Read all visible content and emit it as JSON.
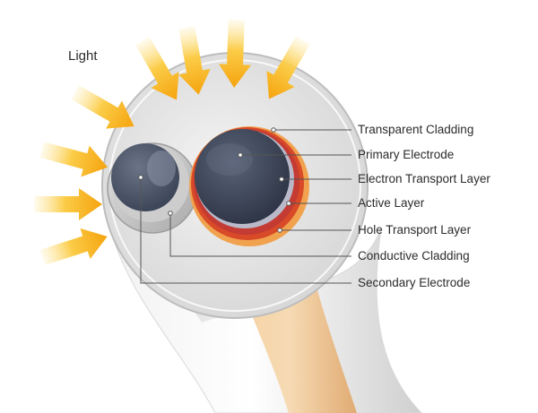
{
  "light_label": "Light",
  "labels": {
    "transparent_cladding": "Transparent Cladding",
    "primary_electrode": "Primary Electrode",
    "electron_transport_layer": "Electron Transport Layer",
    "active_layer": "Active Layer",
    "hole_transport_layer": "Hole Transport Layer",
    "conductive_cladding": "Conductive Cladding",
    "secondary_electrode": "Secondary Electrode"
  },
  "colors": {
    "light_arrow": "#f8b21a",
    "outer_cladding": "#e6e6e6",
    "electrode": "#3a4356",
    "active_layer": "#d64a2a",
    "hole_transport": "#f0a050",
    "leader_line": "#555555"
  }
}
